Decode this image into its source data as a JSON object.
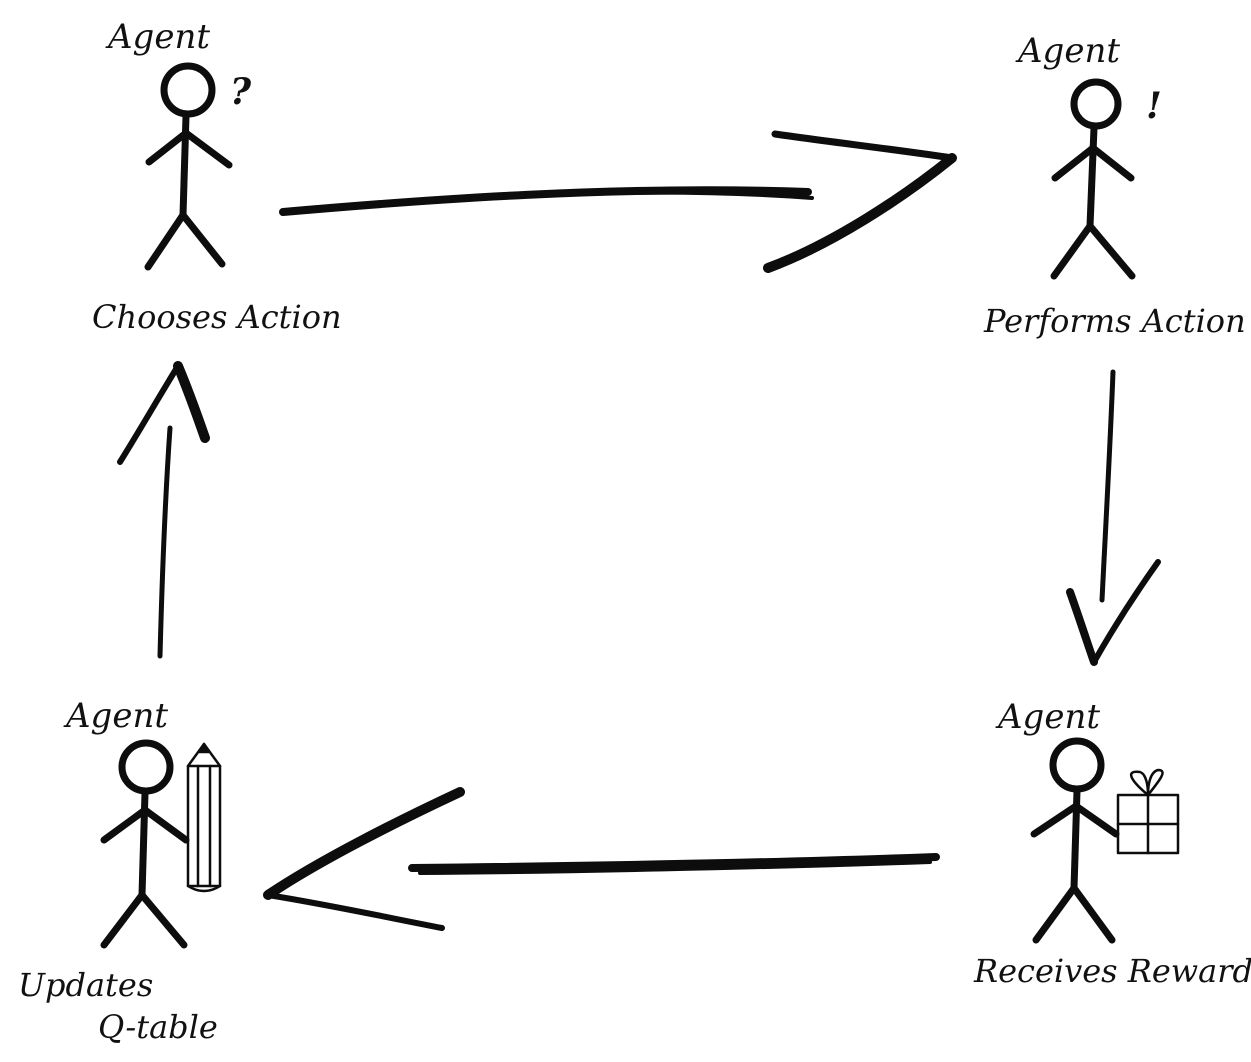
{
  "diagram": {
    "nodes": {
      "choose": {
        "agent": "Agent",
        "mark": "?",
        "label": "Chooses Action",
        "prop_icon": "question-mark"
      },
      "perform": {
        "agent": "Agent",
        "mark": "!",
        "label": "Performs Action",
        "prop_icon": "exclamation-mark"
      },
      "receive": {
        "agent": "Agent",
        "label": "Receives Reward",
        "prop_icon": "gift-box-icon"
      },
      "update": {
        "agent": "Agent",
        "label_line1": "Updates",
        "label_line2": "Q-table",
        "prop_icon": "pencil-icon"
      }
    },
    "edges": [
      {
        "from": "choose",
        "to": "perform",
        "direction": "right"
      },
      {
        "from": "perform",
        "to": "receive",
        "direction": "down"
      },
      {
        "from": "receive",
        "to": "update",
        "direction": "left"
      },
      {
        "from": "update",
        "to": "choose",
        "direction": "up"
      }
    ],
    "colors": {
      "ink": "#0d0d0d",
      "background": "#ffffff"
    }
  }
}
